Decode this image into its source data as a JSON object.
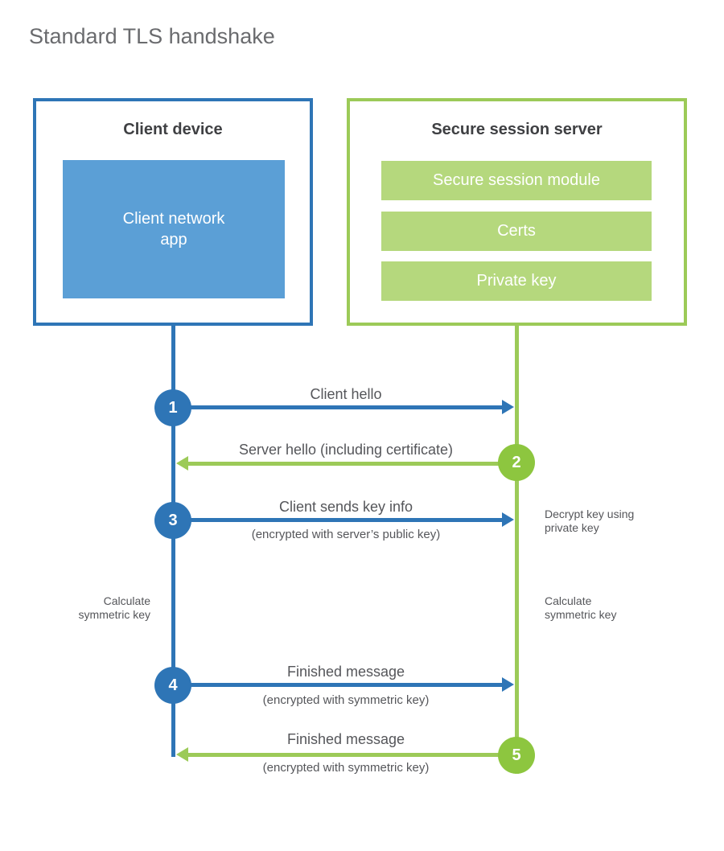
{
  "title": "Standard TLS handshake",
  "client": {
    "title": "Client device",
    "app_label": "Client network app"
  },
  "server": {
    "title": "Secure session server",
    "modules": [
      "Secure session module",
      "Certs",
      "Private key"
    ]
  },
  "messages": [
    {
      "step": "1",
      "actor": "client",
      "direction": "right",
      "label": "Client hello",
      "sublabel": ""
    },
    {
      "step": "2",
      "actor": "server",
      "direction": "left",
      "label": "Server hello (including certificate)",
      "sublabel": ""
    },
    {
      "step": "3",
      "actor": "client",
      "direction": "right",
      "label": "Client sends key info",
      "sublabel": "(encrypted with server’s public key)"
    },
    {
      "step": "4",
      "actor": "client",
      "direction": "right",
      "label": "Finished message",
      "sublabel": "(encrypted with symmetric key)"
    },
    {
      "step": "5",
      "actor": "server",
      "direction": "left",
      "label": "Finished message",
      "sublabel": "(encrypted with symmetric key)"
    }
  ],
  "annotations": {
    "decrypt": "Decrypt key using private key",
    "calculate_left": "Calculate symmetric key",
    "calculate_right": "Calculate symmetric key"
  },
  "colors": {
    "blue_main": "#2e75b6",
    "blue_fill": "#5b9fd6",
    "green_main": "#9cca58",
    "green_circle": "#8dc63f",
    "green_bar": "#b5d87d",
    "heading_text": "#3f4043",
    "label_text": "#55565a",
    "title_text": "#6a6b6e"
  }
}
